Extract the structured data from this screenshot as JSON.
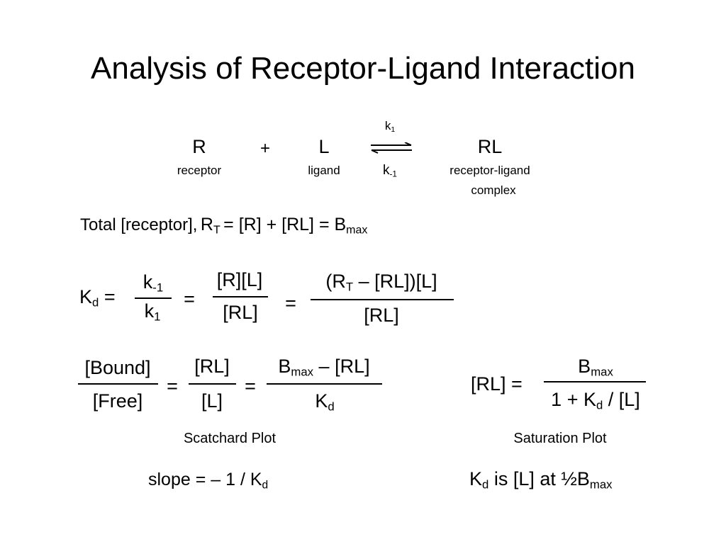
{
  "title": "Analysis of Receptor-Ligand Interaction",
  "reaction": {
    "R": "R",
    "R_label": "receptor",
    "plus": "+",
    "L": "L",
    "L_label": "ligand",
    "k_forward": "k",
    "k_forward_sub": "1",
    "k_reverse": "k",
    "k_reverse_sub": "-1",
    "RL": "RL",
    "RL_label_1": "receptor-ligand",
    "RL_label_2": "complex"
  },
  "total": {
    "label": "Total [receptor],",
    "RT": "R",
    "RT_sub": "T",
    "expr": "= [R] + [RL] = B",
    "max_sub": "max"
  },
  "kd": {
    "K": "K",
    "K_sub": "d",
    "eq": "=",
    "frac1_num": "k",
    "frac1_num_sub": "-1",
    "frac1_den": "k",
    "frac1_den_sub": "1",
    "eq2": "=",
    "frac2_num": "[R][L]",
    "frac2_den": "[RL]",
    "eq3": "=",
    "frac3_num_a": "(R",
    "frac3_num_sub": "T",
    "frac3_num_b": " – [RL])[L]",
    "frac3_den": "[RL]"
  },
  "scatchard": {
    "frac1_num": "[Bound]",
    "frac1_den": "[Free]",
    "eq1": "=",
    "frac2_num": "[RL]",
    "frac2_den": "[L]",
    "eq2": "=",
    "frac3_num_a": "B",
    "frac3_num_sub": "max",
    "frac3_num_b": " – [RL]",
    "frac3_den": "K",
    "frac3_den_sub": "d",
    "label": "Scatchard Plot",
    "slope_a": "slope = – 1 / K",
    "slope_sub": "d"
  },
  "saturation": {
    "lhs": "[RL] =",
    "num": "B",
    "num_sub": "max",
    "den_a": "1 + K",
    "den_sub": "d",
    "den_b": " / [L]",
    "label": "Saturation Plot",
    "kd_a": "K",
    "kd_sub": "d",
    "kd_b": " is [L] at ½B",
    "kd_max_sub": "max"
  }
}
